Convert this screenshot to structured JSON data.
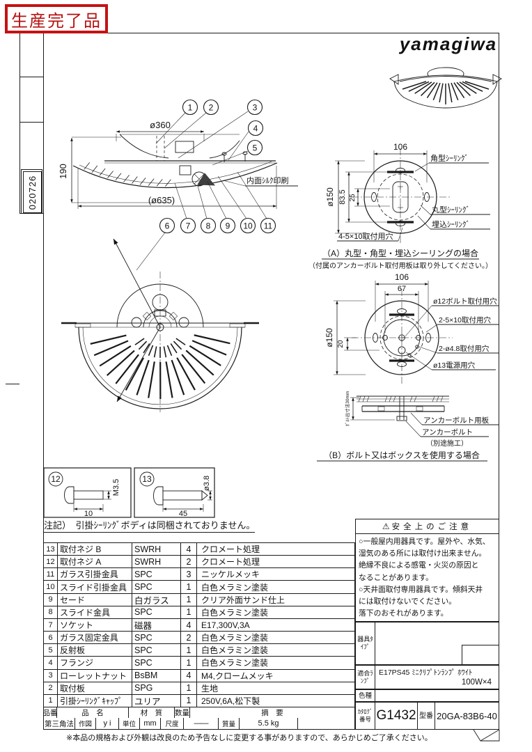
{
  "stamp": "生産完了品",
  "brand_logo": "yamagiwa",
  "doc_number": "020726",
  "side_view": {
    "dim_top": "ø360",
    "dim_height": "190",
    "dim_overall": "(ø635)",
    "inner_print": "内面ｼﾙｸ印刷",
    "callouts": [
      "1",
      "2",
      "3",
      "4",
      "5",
      "6",
      "7",
      "8",
      "9",
      "10",
      "11"
    ]
  },
  "diagram_a": {
    "dim_width": "106",
    "dim_dia": "ø150",
    "dim_height": "83.5",
    "dim_inner": "25",
    "label_square": "角型ｼｰﾘﾝｸﾞ",
    "label_round": "丸型ｼｰﾘﾝｸﾞ",
    "label_recessed": "埋込ｼｰﾘﾝｸﾞ",
    "label_holes": "4-5×10取付用穴",
    "caption": "（A）丸型・角型・埋込シーリングの場合",
    "caption_note": "（付属のアンカーボルト取付用板は取り外してください。）"
  },
  "diagram_b": {
    "dim_width": "106",
    "dim_inner": "67",
    "dim_dia": "ø150",
    "dim_offset": "20",
    "label_bolt_hole": "ø12ボルト取付用穴",
    "label_mount_holes": "2-5×10取付用穴",
    "label_small_holes": "2-ø4.8取付用穴",
    "label_power_hole": "ø13電源用穴",
    "label_plate": "アンカーボルト用板",
    "label_anchor_bolt": "アンカーボルト",
    "label_anchor_note": "（別途施工）",
    "label_protrusion": "ﾎﾞﾙﾄ出寸法30mm",
    "caption": "（B）ボルト又はボックスを使用する場合"
  },
  "screw_12": {
    "no": "12",
    "thread": "M3.5",
    "length": "10"
  },
  "screw_13": {
    "no": "13",
    "dia": "ø3.8",
    "length": "45"
  },
  "note": "注記）　引掛ｼｰﾘﾝｸﾞボディは同梱されておりません。",
  "parts_table": {
    "headers": {
      "no": "品番",
      "name": "品　名",
      "material": "材　質",
      "qty": "数量",
      "remarks": "摘　要"
    },
    "rows": [
      {
        "no": "13",
        "name": "取付ネジ B",
        "material": "SWRH",
        "qty": "4",
        "remarks": "クロメート処理"
      },
      {
        "no": "12",
        "name": "取付ネジ A",
        "material": "SWRH",
        "qty": "2",
        "remarks": "クロメート処理"
      },
      {
        "no": "11",
        "name": "ガラス引掛金具",
        "material": "SPC",
        "qty": "3",
        "remarks": "ニッケルメッキ"
      },
      {
        "no": "10",
        "name": "スライド引掛金具",
        "material": "SPC",
        "qty": "1",
        "remarks": "白色メラミン塗装"
      },
      {
        "no": "9",
        "name": "セード",
        "material": "白ガラス",
        "qty": "1",
        "remarks": "クリア外面サンド仕上"
      },
      {
        "no": "8",
        "name": "スライド金具",
        "material": "SPC",
        "qty": "1",
        "remarks": "白色メラミン塗装"
      },
      {
        "no": "7",
        "name": "ソケット",
        "material": "磁器",
        "qty": "4",
        "remarks": "E17,300V,3A"
      },
      {
        "no": "6",
        "name": "ガラス固定金具",
        "material": "SPC",
        "qty": "2",
        "remarks": "白色メラミン塗装"
      },
      {
        "no": "5",
        "name": "反射板",
        "material": "SPC",
        "qty": "1",
        "remarks": "白色メラミン塗装"
      },
      {
        "no": "4",
        "name": "フランジ",
        "material": "SPC",
        "qty": "1",
        "remarks": "白色メラミン塗装"
      },
      {
        "no": "3",
        "name": "ローレットナット",
        "material": "BsBM",
        "qty": "4",
        "remarks": "M4,クロームメッキ"
      },
      {
        "no": "2",
        "name": "取付板",
        "material": "SPG",
        "qty": "1",
        "remarks": "生地"
      },
      {
        "no": "1",
        "name": "引掛ｼｰﾘﾝｸﾞｷｬｯﾌﾟ",
        "material": "ユリア",
        "qty": "1",
        "remarks": "250V,6A,松下製"
      }
    ]
  },
  "footer": {
    "projection": "第三角法",
    "drawn_label": "作図",
    "drawn_value": "y i",
    "unit_label": "単位",
    "unit_value": "mm",
    "scale_label": "尺度",
    "scale_value": "——",
    "weight_label": "質量",
    "weight_value": "5.5 kg"
  },
  "safety": {
    "icon": "⚠",
    "title": "安全上のご注意",
    "lines": [
      "○一般屋内用器具です。屋外や、水気、",
      "湿気のある所には取付け出来ません。",
      "絶縁不良による感電・火災の原因と",
      "なることがあります。",
      "○天井面取付専用器具です。傾斜天井",
      "には取付けないでください。",
      "落下のおそれがあります。"
    ]
  },
  "title_block": {
    "fixture_type_label": "器具ﾀｲﾌﾟ",
    "lamp_label": "適合ﾗﾝﾌﾟ",
    "lamp_line1": "E17PS45 ﾐﾆｸﾘﾌﾟﾄﾝﾗﾝﾌﾟ ﾎﾜｲﾄ",
    "lamp_line2": "100W×4",
    "color_label": "色種",
    "catalog_label": "ｶﾀﾛｸﾞ番号",
    "catalog_no": "G1432",
    "model_label": "型番",
    "model_no": "20GA-83B6-40"
  },
  "disclaimer": "※本品の規格および外観は改良のため予告なしに変更する事がありますので、あらかじめご了承ください。"
}
